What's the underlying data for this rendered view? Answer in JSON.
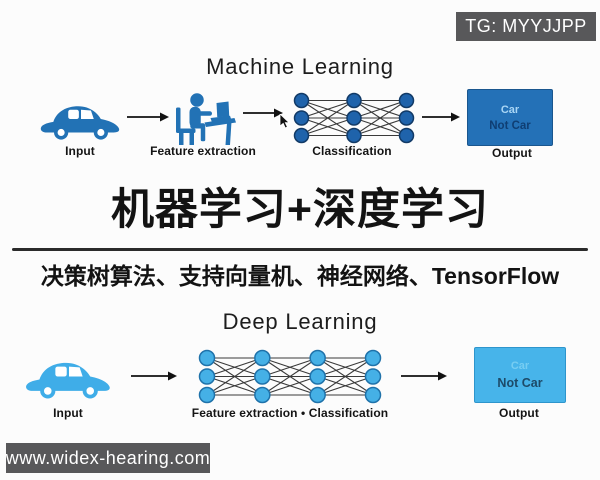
{
  "badges": {
    "tg": "TG: MYYJJPP",
    "site": "www.widex-hearing.com"
  },
  "colors": {
    "ml_blue": "#2272b5",
    "dl_blue": "#3fade8",
    "ml_output_bg": "#2471b7",
    "dl_output_bg": "#47b4ea",
    "badge_bg": "#58585a",
    "text": "#1c1c1c"
  },
  "ml": {
    "title": "Machine Learning",
    "input_label": "Input",
    "feature_label": "Feature extraction",
    "classification_label": "Classification",
    "output_label": "Output",
    "output_line1": "Car",
    "output_line2": "Not Car",
    "network": {
      "layers": 3,
      "nodes_per_layer": 3,
      "radius": 7,
      "node_color": "#1f63ab",
      "node_stroke": "#123a66",
      "edge_color": "#3a3a3a"
    }
  },
  "center": {
    "headline": "机器学习+深度学习",
    "subtitle": "决策树算法、支持向量机、神经网络、TensorFlow"
  },
  "dl": {
    "title": "Deep Learning",
    "input_label": "Input",
    "network_label": "Feature extraction • Classification",
    "output_label": "Output",
    "output_line1": "Car",
    "output_line2": "Not Car",
    "network": {
      "layers": 4,
      "nodes_per_layer": 3,
      "radius": 7.5,
      "node_color": "#45b0e6",
      "node_stroke": "#1f72aa",
      "edge_color": "#3a3a3a"
    }
  }
}
